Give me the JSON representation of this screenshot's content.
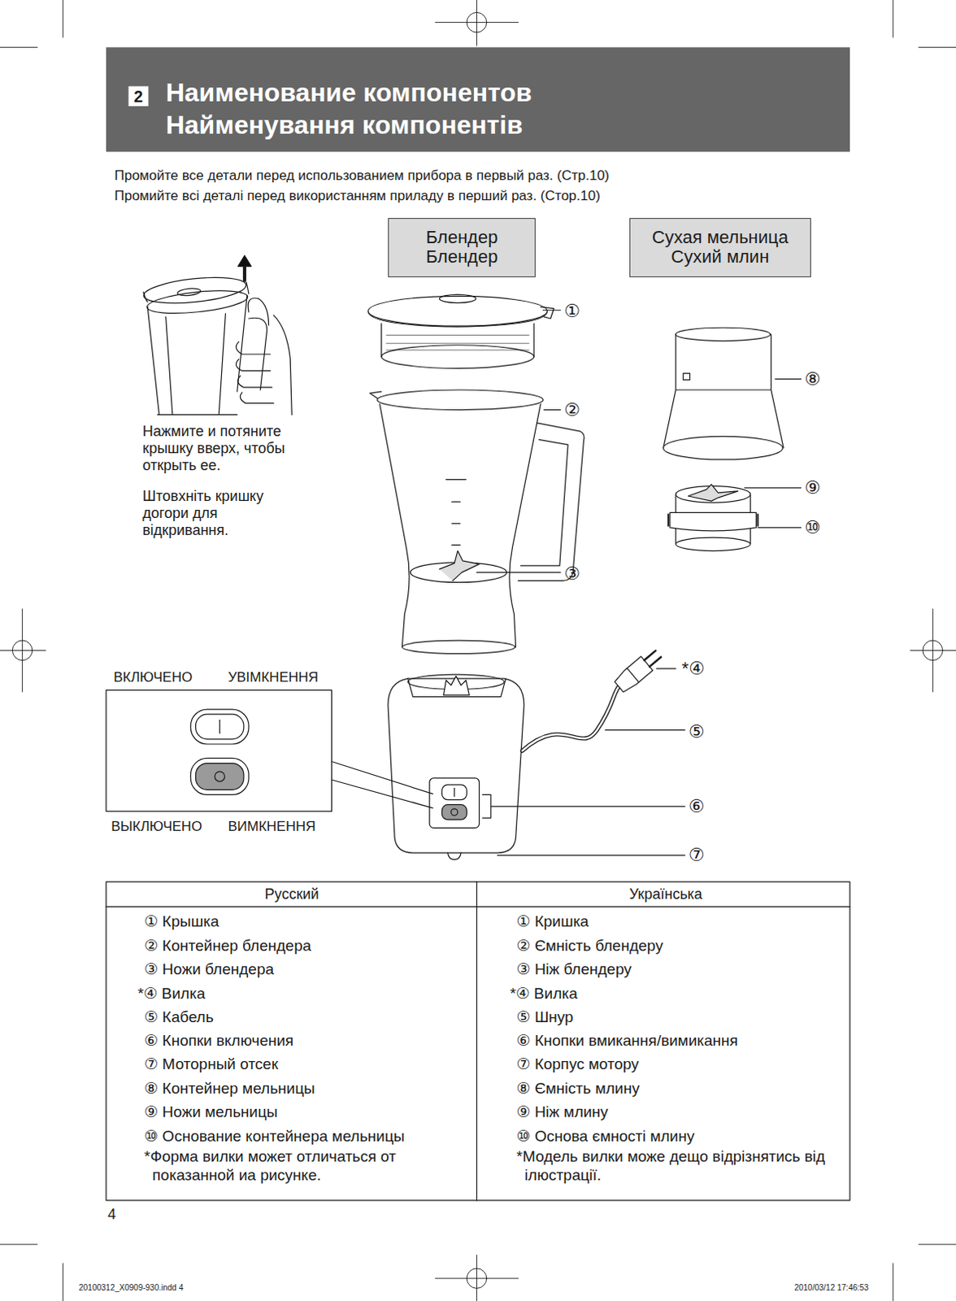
{
  "diagram": {
    "title": "Наименование компонентов Найменування компонентів",
    "nodes": [
      {
        "text": [
          "Блендер",
          "Блендер"
        ]
      },
      {
        "text": [
          "Сухая мельница",
          "Сухий млин"
        ]
      }
    ],
    "labels": [
      "2",
      "Промойте все детали перед использованием прибора в первый раз. (Стр.10)",
      "Промийте всі деталі перед використанням приладу в перший раз. (Стор.10)",
      "Нажмите и потяните крышку вверх, чтобы открыть ее.",
      "Штовхніть кришку догори для відкривання.",
      "①",
      "②",
      "③",
      "*④",
      "⑤",
      "⑥",
      "⑦",
      "⑧",
      "⑨",
      "⑩",
      "ВКЛЮЧЕНО",
      "УВІМКНЕННЯ",
      "ВЫКЛЮЧЕНО",
      "ВИМКНЕННЯ",
      "Русский",
      "Українська",
      "① Крышка",
      "② Контейнер блендера",
      "③ Ножи блендера",
      "*④ Вилка",
      "⑤ Кабель",
      "⑥ Кнопки включения",
      "⑦ Моторный отсек",
      "⑧ Контейнер мельницы",
      "⑨ Ножи мельницы",
      "⑩ Основание контейнера мельницы",
      "*Форма вилки может отличаться от показанной иа рисунке.",
      "① Кришка",
      "② Ємність блендеру",
      "③ Ніж блендеру",
      "*④ Вилка",
      "⑤ Шнур",
      "⑥ Кнопки вмикання/вимикання",
      "⑦ Корпус мотору",
      "⑧ Ємність млину",
      "⑨ Ніж млину",
      "⑩ Основа ємності млину",
      "*Модель вилки може дещо відрізнятись від ілюстрації.",
      "4",
      "20100312_X0909-930.indd 4",
      "2010/03/12 17:46:53"
    ]
  }
}
